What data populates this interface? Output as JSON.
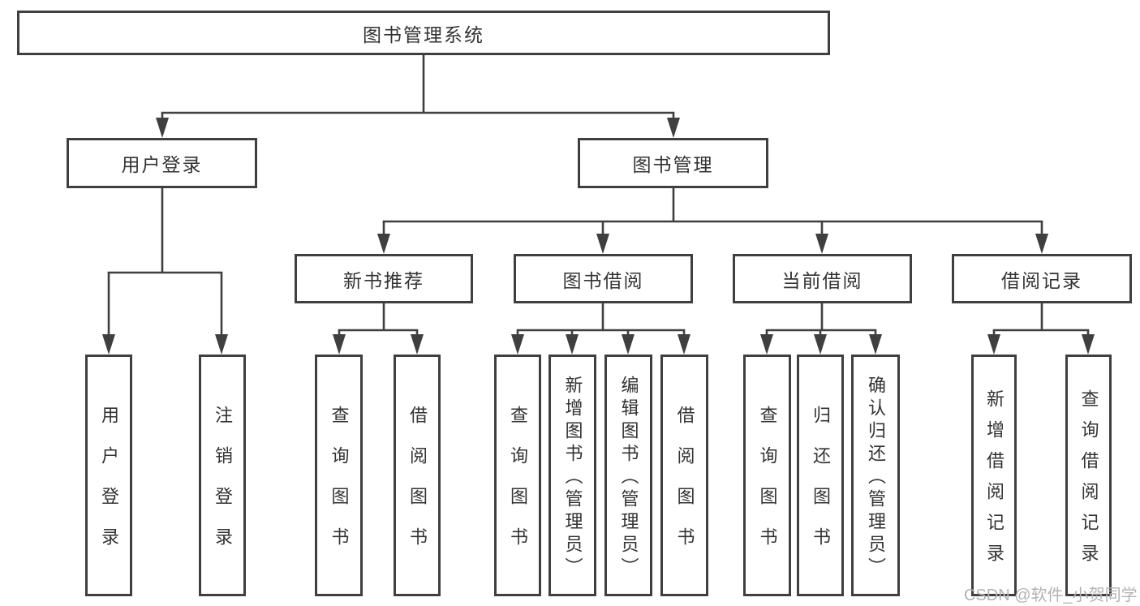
{
  "nodes": {
    "root": {
      "label": "图书管理系统"
    },
    "level2": [
      {
        "label": "用户登录"
      },
      {
        "label": "图书管理"
      }
    ],
    "level3": [
      {
        "label": "新书推荐"
      },
      {
        "label": "图书借阅"
      },
      {
        "label": "当前借阅"
      },
      {
        "label": "借阅记录"
      }
    ],
    "leaves": [
      {
        "label": "用户登录"
      },
      {
        "label": "注销登录"
      },
      {
        "label": "查询图书"
      },
      {
        "label": "借阅图书"
      },
      {
        "label": "查询图书"
      },
      {
        "label": "新增图书（管理员）"
      },
      {
        "label": "编辑图书（管理员）"
      },
      {
        "label": "借阅图书"
      },
      {
        "label": "查询图书"
      },
      {
        "label": "归还图书"
      },
      {
        "label": "确认归还（管理员）"
      },
      {
        "label": "新增借阅记录"
      },
      {
        "label": "查询借阅记录"
      }
    ]
  },
  "watermark": {
    "text": "CSDN @软件_小贺同学"
  },
  "colors": {
    "line": "#3f3f3f",
    "text": "#333333",
    "watermark": "#b3b3b3",
    "background": "#ffffff"
  }
}
